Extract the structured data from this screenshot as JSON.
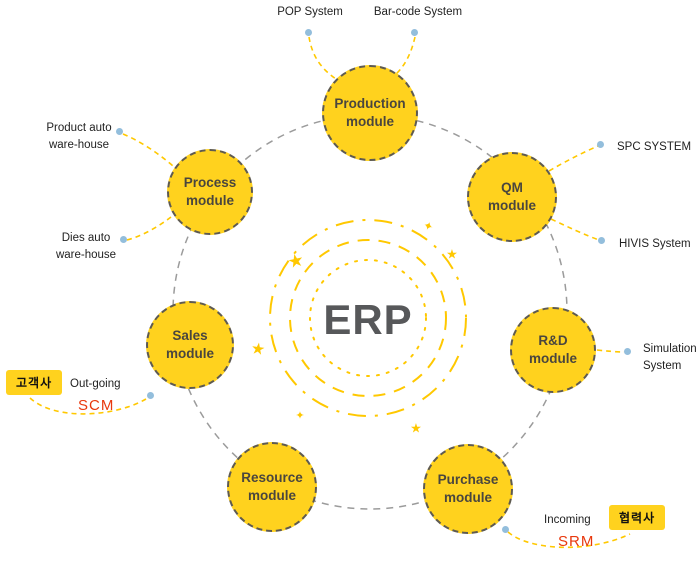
{
  "center": {
    "label": "ERP"
  },
  "modules": {
    "production": {
      "label": "Production\nmodule"
    },
    "qm": {
      "label": "QM\nmodule"
    },
    "rnd": {
      "label": "R&D\nmodule"
    },
    "purchase": {
      "label": "Purchase\nmodule"
    },
    "resource": {
      "label": "Resource\nmodule"
    },
    "sales": {
      "label": "Sales\nmodule"
    },
    "process": {
      "label": "Process\nmodule"
    }
  },
  "external": {
    "pop": "POP System",
    "barcode": "Bar-code System",
    "spc": "SPC SYSTEM",
    "hivis": "HIVIS System",
    "simulation": "Simulation\nSystem",
    "incoming": "Incoming",
    "partner_badge": "협력사",
    "srm": "SRM",
    "customer_badge": "고객사",
    "outgoing": "Out-going",
    "scm": "SCM",
    "product_wh": "Product auto\nware-house",
    "dies_wh": "Dies auto\nware-house"
  },
  "icons": {
    "star": "★",
    "sparkle": "✦"
  },
  "colors": {
    "module_yellow": "#FFD21E",
    "line_yellow": "#FFC800",
    "dot_blue": "#93BEDC",
    "red": "#E8380D",
    "ring_gray": "#9B9B9B",
    "text_dark": "#4A463E"
  }
}
